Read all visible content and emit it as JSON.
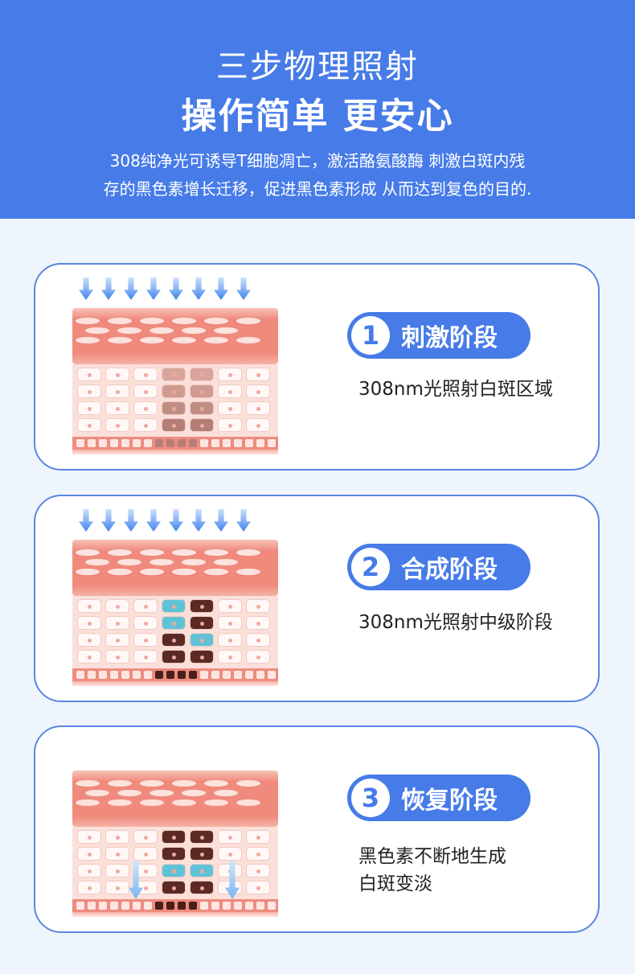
{
  "header": {
    "title": "三步物理照射",
    "subtitle": "操作简单 更安心",
    "desc_line1": "308纯净光可诱导T细胞凋亡，激活酪氨酸酶 刺激白斑内残",
    "desc_line2": "存的黑色素增长迁移，促进黑色素形成 从而达到复色的目的."
  },
  "colors": {
    "brand": "#467be8",
    "background": "#eff5fd"
  },
  "stages": [
    {
      "number": "1",
      "title": "刺激阶段",
      "lines": [
        "308nm光照射白斑区域"
      ],
      "icon": "skin-uv-illustration"
    },
    {
      "number": "2",
      "title": "合成阶段",
      "lines": [
        "308nm光照射中级阶段"
      ],
      "icon": "skin-melanin-synthesis-illustration"
    },
    {
      "number": "3",
      "title": "恢复阶段",
      "lines": [
        "黑色素不断地生成",
        "白斑变淡"
      ],
      "icon": "skin-recovery-illustration"
    }
  ]
}
